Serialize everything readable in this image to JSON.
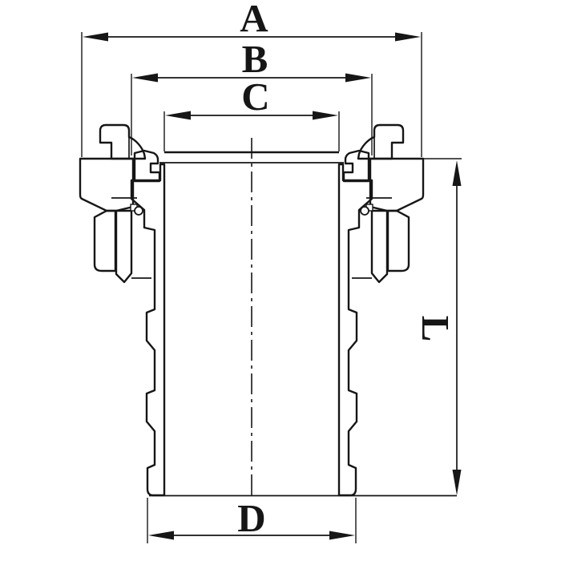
{
  "palette": {
    "ink": "#161616",
    "paper": "#ffffff"
  },
  "dimensions": {
    "a": {
      "label": "A",
      "orientation": "horizontal",
      "position": "top-outermost"
    },
    "b": {
      "label": "B",
      "orientation": "horizontal",
      "position": "top-middle"
    },
    "c": {
      "label": "C",
      "orientation": "horizontal",
      "position": "top-innermost"
    },
    "d": {
      "label": "D",
      "orientation": "horizontal",
      "position": "bottom"
    },
    "l": {
      "label": "L",
      "orientation": "vertical-rotated-90",
      "position": "right"
    }
  }
}
